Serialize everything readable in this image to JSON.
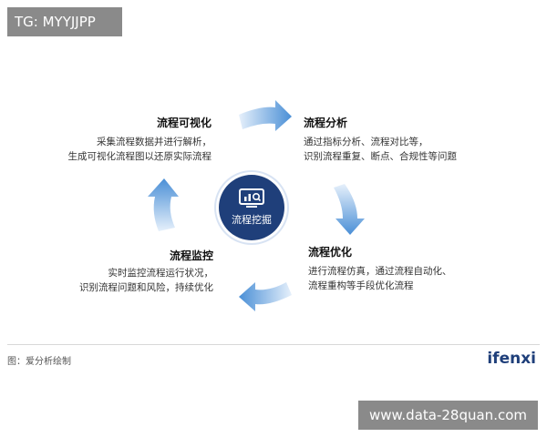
{
  "watermark_top": "TG: MYYJJPP",
  "center": {
    "label": "流程挖掘",
    "icon": "chart-monitor-icon"
  },
  "steps": [
    {
      "title": "流程可视化",
      "lines": [
        "采集流程数据并进行解析，",
        "生成可视化流程图以还原实际流程"
      ]
    },
    {
      "title": "流程分析",
      "lines": [
        "通过指标分析、流程对比等，",
        "识别流程重复、断点、合规性等问题"
      ]
    },
    {
      "title": "流程优化",
      "lines": [
        "进行流程仿真，通过流程自动化、",
        "流程重构等手段优化流程"
      ]
    },
    {
      "title": "流程监控",
      "lines": [
        "实时监控流程运行状况，",
        "识别流程问题和风险，持续优化"
      ]
    }
  ],
  "footer": {
    "source": "图：爱分析绘制",
    "logo": "ifenxi"
  },
  "watermark_bottom": "www.data-28quan.com",
  "colors": {
    "navy": "#1f3f7a",
    "arrow_dark": "#4a8fd6",
    "arrow_light": "#e6f0fb"
  }
}
